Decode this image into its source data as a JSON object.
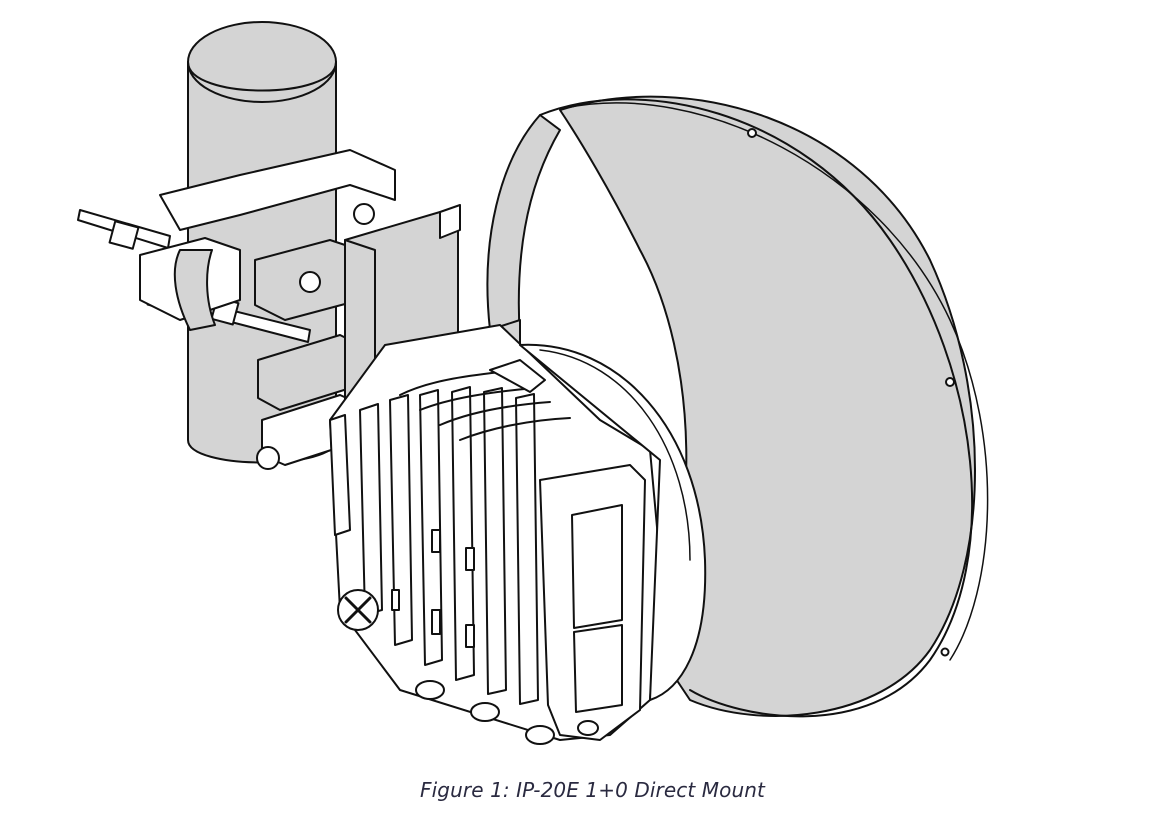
{
  "figure": {
    "caption": "Figure 1: IP-20E 1+0 Direct Mount",
    "colors": {
      "fill": "#d4d4d4",
      "line": "#111111",
      "background": "#ffffff",
      "caption": "#2a2a40"
    },
    "parts": [
      "pole",
      "pole-clamp-bracket",
      "mount-plate",
      "radio-unit",
      "antenna-dish"
    ]
  }
}
